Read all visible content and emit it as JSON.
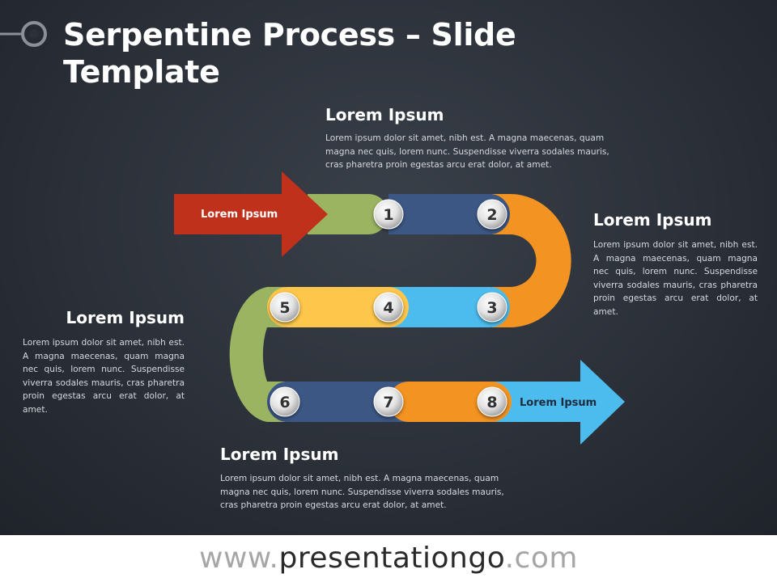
{
  "slide": {
    "title": "Serpentine Process – Slide Template"
  },
  "diagram": {
    "start_arrow_label": "Lorem Ipsum",
    "end_arrow_label": "Lorem Ipsum",
    "steps": [
      "1",
      "2",
      "3",
      "4",
      "5",
      "6",
      "7",
      "8"
    ],
    "colors": {
      "red": "#c0311c",
      "green": "#9bb462",
      "navy": "#3c5784",
      "orange": "#f39321",
      "yellow": "#fec64a",
      "sky": "#4cbcee"
    }
  },
  "text_blocks": {
    "top": {
      "heading": "Lorem Ipsum",
      "body": "Lorem ipsum dolor sit amet, nibh est. A magna maecenas, quam magna nec quis, lorem nunc. Suspendisse viverra sodales mauris, cras pharetra proin egestas arcu erat dolor, at amet."
    },
    "right": {
      "heading": "Lorem Ipsum",
      "body": "Lorem ipsum dolor sit amet, nibh est. A magna maecenas, quam magna nec quis, lorem nunc. Suspendisse viverra sodales mauris, cras pharetra proin egestas arcu erat dolor, at amet."
    },
    "left": {
      "heading": "Lorem Ipsum",
      "body": "Lorem ipsum dolor sit amet, nibh est. A magna maecenas, quam magna nec quis, lorem nunc. Suspendisse viverra sodales mauris, cras pharetra proin egestas arcu erat dolor, at amet."
    },
    "bottom": {
      "heading": "Lorem Ipsum",
      "body": "Lorem ipsum dolor sit amet, nibh est. A magna maecenas, quam magna nec quis, lorem nunc. Suspendisse viverra sodales mauris, cras pharetra proin egestas arcu erat dolor, at amet."
    }
  },
  "footer": {
    "prefix": "www.",
    "brand": "presentationgo",
    "suffix": ".com"
  }
}
